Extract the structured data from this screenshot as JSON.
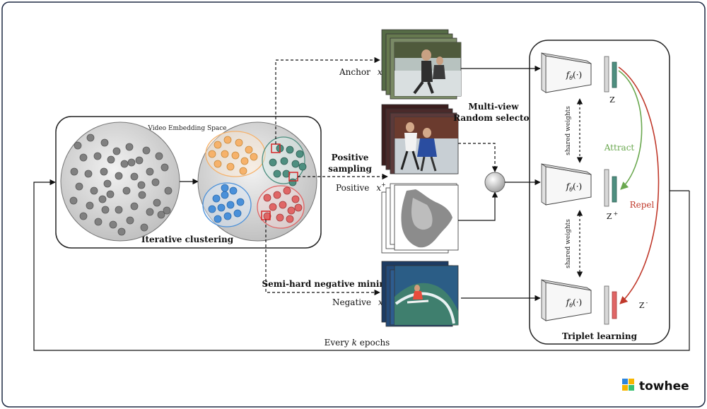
{
  "cluster_panel": {
    "embedding_label": "Video Embedding Space",
    "caption": "Iterative clustering"
  },
  "sampling": {
    "positive_label_line1": "Positive",
    "positive_label_line2": "sampling",
    "negative_label": "Semi-hard negative mining",
    "selector_line1": "Multi-view",
    "selector_line2": "Random selector"
  },
  "inputs": {
    "anchor": "Anchor",
    "anchor_var": "x",
    "positive": "Positive",
    "positive_var": "x",
    "positive_sup": "+",
    "negative": "Negative",
    "negative_var": "x",
    "negative_sup": "−"
  },
  "encoders": {
    "function_label": "f",
    "function_sub": "θ",
    "function_arg": "(·)",
    "shared_weights": "shared weights"
  },
  "embeddings": {
    "z_anchor": "Z",
    "z_positive": "Z",
    "z_positive_sup": "+",
    "z_negative": "Z",
    "z_negative_sup": "-"
  },
  "forces": {
    "attract": "Attract",
    "repel": "Repel"
  },
  "triplet_caption": "Triplet learning",
  "loop": {
    "prefix": "Every ",
    "var": "k",
    "suffix": " epochs"
  },
  "brand": {
    "name": "towhee"
  },
  "colors": {
    "cluster_orange": "#f6b26b",
    "cluster_teal": "#4e8f80",
    "cluster_blue": "#4a90d9",
    "cluster_red": "#e06666",
    "attract_green": "#6aa84f",
    "repel_red": "#c0392b",
    "point_gray": "#808080",
    "panel_border": "#1f2a44"
  }
}
